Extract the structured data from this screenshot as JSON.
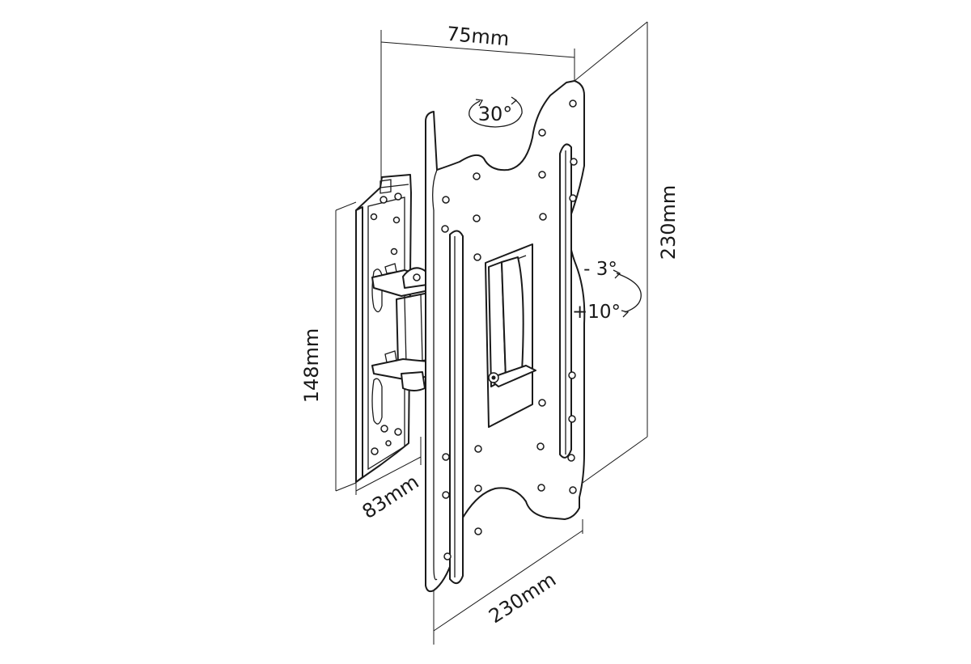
{
  "dimensions": {
    "width_75": "75mm",
    "height_230": "230mm",
    "width_230": "230mm",
    "height_148": "148mm",
    "depth_83": "83mm"
  },
  "angles": {
    "swivel": "30°",
    "tilt_up": "- 3°",
    "tilt_down": "+10°"
  }
}
